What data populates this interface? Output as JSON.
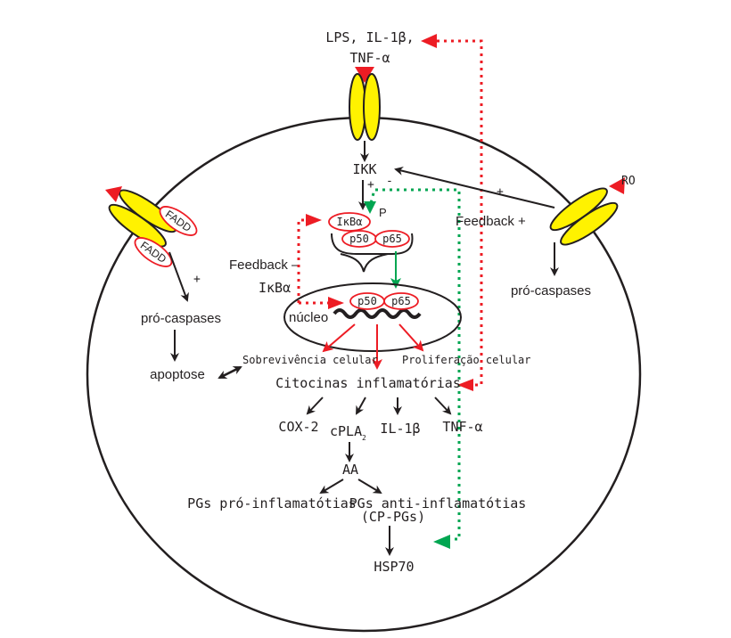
{
  "colors": {
    "membrane": "#231f20",
    "receptor_fill": "#fff200",
    "activation": "#ed1c24",
    "feedback_green": "#00a651",
    "black_arrow": "#231f20"
  },
  "labels": {
    "ligand_top_line1": "LPS, IL-1β,",
    "ligand_top_line2": "TNF-α",
    "ikk": "IKK",
    "ikk_plus": "+",
    "ikk_minus": "-",
    "p": "P",
    "ikba_complex": "IκBα",
    "p50": "p50",
    "p65": "p65",
    "p50_nuc": "p50",
    "p65_nuc": "p65",
    "feedback_minus": "Feedback –",
    "ikba_left": "IκBα",
    "nucleus": "núcleo",
    "feedback_plus": "Feedback +",
    "plus_right": "+",
    "ro": "RO",
    "fadd_top": "FADD",
    "fadd_bottom": "FADD",
    "plus_left": "+",
    "pro_caspases_left": "pró-caspases",
    "apoptose": "apoptose",
    "sobrevivencia": "Sobrevivência celular",
    "proliferacao": "Proliferação celular",
    "pro_caspases_right": "pró-caspases",
    "citocinas": "Citocinas inflamatórias",
    "cox2": "COX-2",
    "cpla2": "cPLA",
    "cpla2_sub": "2",
    "il1b": "IL-1β",
    "tnfa": "TNF-α",
    "aa": "AA",
    "pgs_pro": "PGs pró-inflamatótias",
    "pgs_anti": "PGs anti-inflamatótias",
    "cp_pgs": "(CP-PGs)",
    "hsp70": "HSP70"
  }
}
